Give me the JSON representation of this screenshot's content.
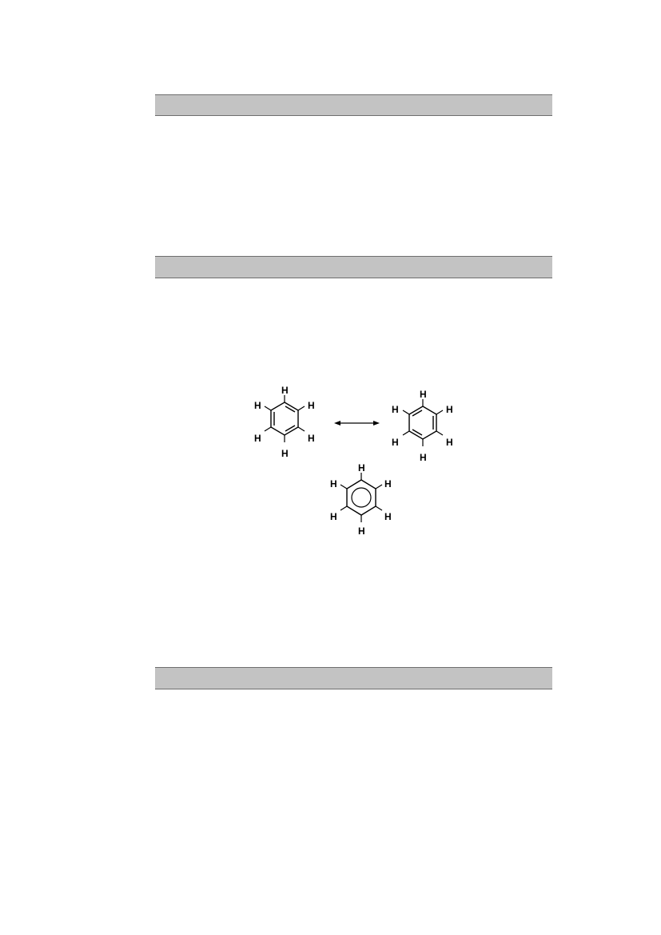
{
  "figure": {
    "atom_label": "H",
    "structures": [
      {
        "name": "kekule-structure-a",
        "bond_pattern": "alternating-double-bonds"
      },
      {
        "name": "kekule-structure-b",
        "bond_pattern": "alternating-double-bonds-shifted"
      },
      {
        "name": "benzene-circle-structure",
        "bond_pattern": "delocalized-ring"
      }
    ],
    "connector": "resonance-double-arrow-icon"
  }
}
